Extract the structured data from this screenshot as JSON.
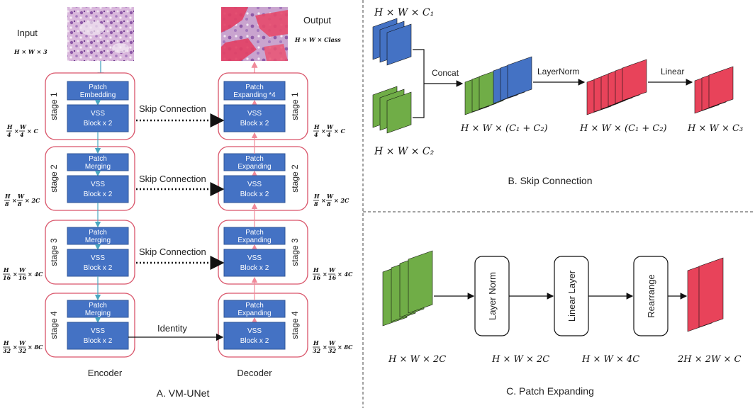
{
  "panel_a": {
    "caption": "A. VM-UNet",
    "input_label": "Input",
    "input_dim": "H × W × 3",
    "output_label": "Output",
    "output_dim": "H × W × Class",
    "encoder_label": "Encoder",
    "decoder_label": "Decoder",
    "stage_labels": [
      "stage 1",
      "stage 2",
      "stage 3",
      "stage 4"
    ],
    "encoder_top_blocks": [
      [
        "Patch",
        "Embedding"
      ],
      [
        "Patch",
        "Merging"
      ],
      [
        "Patch",
        "Merging"
      ],
      [
        "Patch",
        "Merging"
      ]
    ],
    "decoder_top_blocks": [
      [
        "Patch",
        "Expanding *4"
      ],
      [
        "Patch",
        "Expanding"
      ],
      [
        "Patch",
        "Expanding"
      ],
      [
        "Patch",
        "Expanding"
      ]
    ],
    "vss_block": [
      "VSS",
      "Block x 2"
    ],
    "connection_labels": [
      "Skip Connection",
      "Skip Connection",
      "Skip Connection",
      "Identity"
    ],
    "dims": [
      {
        "num": "H",
        "den1": "4",
        "num2": "W",
        "den2": "4",
        "tail": "× C"
      },
      {
        "num": "H",
        "den1": "8",
        "num2": "W",
        "den2": "8",
        "tail": "× 2C"
      },
      {
        "num": "H",
        "den1": "16",
        "num2": "W",
        "den2": "16",
        "tail": "× 4C"
      },
      {
        "num": "H",
        "den1": "32",
        "num2": "W",
        "den2": "32",
        "tail": "× 8C"
      }
    ]
  },
  "panel_b": {
    "caption": "B. Skip Connection",
    "top_dim": "H × W × C₁",
    "bottom_dim": "H × W × C₂",
    "concat_label": "Concat",
    "layernorm_label": "LayerNorm",
    "linear_label": "Linear",
    "dim_after_concat": "H × W × (C₁ + C₂)",
    "dim_after_norm": "H × W × (C₁ + C₂)",
    "dim_out": "H × W × C₃"
  },
  "panel_c": {
    "caption": "C. Patch Expanding",
    "steps": [
      "Layer Norm",
      "Linear Layer",
      "Rearrange"
    ],
    "dims": [
      "H × W × 2C",
      "H × W × 2C",
      "H × W × 4C",
      "2H × 2W × C"
    ]
  },
  "colors": {
    "block_blue": "#4472c4",
    "stage_border": "#d9556a",
    "green": "#70ad47",
    "red": "#e8435a",
    "arrow_teal": "#4aa6c0",
    "arrow_pink": "#f08a9a"
  }
}
